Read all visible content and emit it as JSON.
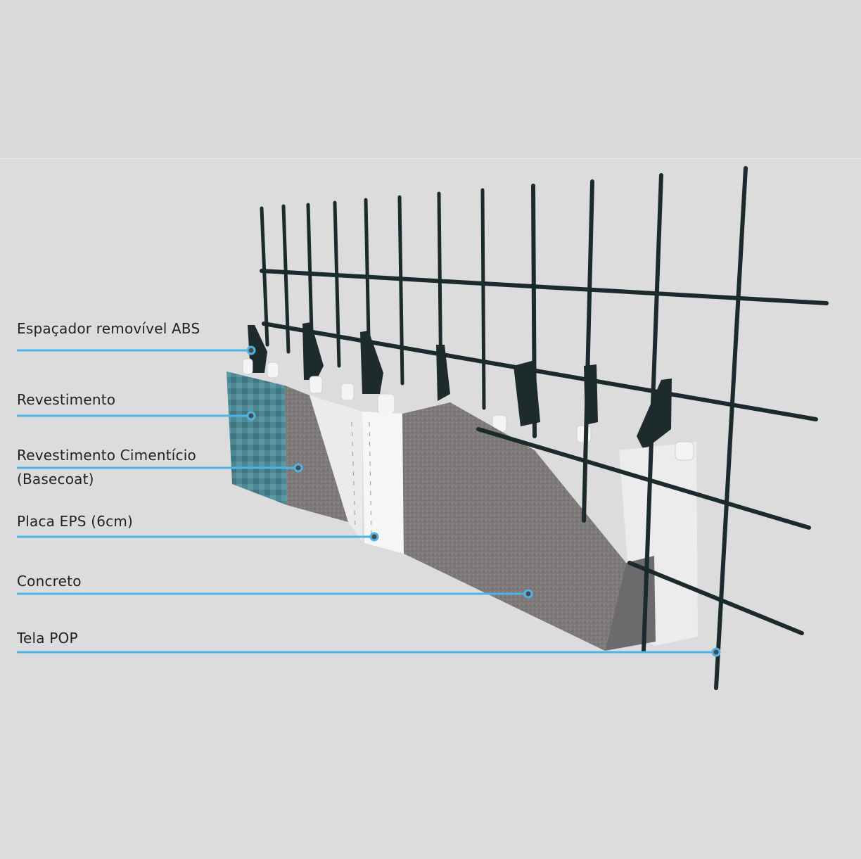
{
  "diagram": {
    "labels": [
      {
        "text": "Espaçador  removível ABS"
      },
      {
        "text": "Revestimento"
      },
      {
        "text": "Revestimento Cimentício",
        "text2": "(Basecoat)"
      },
      {
        "text": "Placa  EPS (6cm)"
      },
      {
        "text": "Concreto"
      },
      {
        "text": "Tela POP"
      }
    ],
    "colors": {
      "leader": "#4fb3ea",
      "rebar": "#1b2a2c",
      "tile": "#4a8592",
      "concrete": "#7f7b7b",
      "eps": "#f2f2f2",
      "background": "#dcdcdc"
    }
  }
}
